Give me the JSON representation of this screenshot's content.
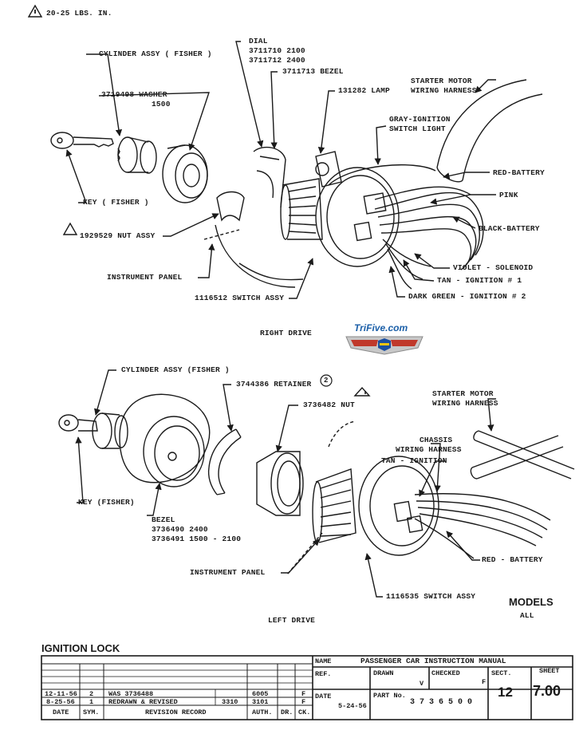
{
  "torque_note": "20-25 LBS. IN.",
  "right_drive": {
    "caption": "RIGHT DRIVE",
    "cylinder": "CYLINDER ASSY ( FISHER )",
    "washer": "3719498 WASHER",
    "washer_model": "1500",
    "dial": "DIAL",
    "dial_1": "3711710  2100",
    "dial_2": "3711712  2400",
    "bezel": "3711713 BEZEL",
    "lamp": "131282 LAMP",
    "starter": "STARTER MOTOR",
    "starter_2": "WIRING HARNESS",
    "gray": "GRAY-IGNITION",
    "gray_2": "SWITCH LIGHT",
    "red_battery": "RED-BATTERY",
    "pink": "PINK",
    "black_battery": "BLACK-BATTERY",
    "violet": "VIOLET - SOLENOID",
    "tan": "TAN - IGNITION # 1",
    "dark_green": "DARK GREEN - IGNITION # 2",
    "key": "KEY ( FISHER )",
    "nut": "1929529 NUT ASSY",
    "panel": "INSTRUMENT PANEL",
    "switch": "1116512 SWITCH ASSY"
  },
  "logo_text": "TriFive.com",
  "left_drive": {
    "caption": "LEFT DRIVE",
    "cylinder": "CYLINDER ASSY (FISHER )",
    "retainer": "3744386 RETAINER",
    "retainer_ref": "2",
    "nut": "3736482 NUT",
    "starter": "STARTER MOTOR",
    "starter_2": "WIRING HARNESS",
    "chassis": "CHASSIS",
    "chassis_2": "WIRING HARNESS",
    "tan": "TAN - IGNITION",
    "key": "KEY (FISHER)",
    "bezel": "BEZEL",
    "bezel_1": "3736490  2400",
    "bezel_2": "3736491  1500 - 2100",
    "red_battery": "RED - BATTERY",
    "panel": "INSTRUMENT PANEL",
    "switch": "1116535 SWITCH ASSY"
  },
  "models": {
    "title": "MODELS",
    "value": "ALL"
  },
  "title_block": {
    "heading": "IGNITION LOCK",
    "name_label": "NAME",
    "name_value": "PASSENGER CAR INSTRUCTION MANUAL",
    "ref_label": "REF.",
    "drawn_label": "DRAWN",
    "drawn_value": "V",
    "checked_label": "CHECKED",
    "checked_value": "F",
    "sect_label": "SECT.",
    "sect_value": "12",
    "sheet_label": "SHEET",
    "sheet_value": "7.00",
    "date_label": "DATE",
    "date_value": "5-24-56",
    "part_label": "PART No.",
    "part_value": "3 7 3 6 5 0 0",
    "rows": [
      {
        "date": "12-11-56",
        "sym": "2",
        "record": "WAS 3736488",
        "num": "",
        "auth": "6005",
        "dr": "",
        "ck": "F"
      },
      {
        "date": "8-25-56",
        "sym": "1",
        "record": "REDRAWN & REVISED",
        "num": "3310",
        "auth": "3101",
        "dr": "",
        "ck": "F"
      }
    ],
    "footer": {
      "date": "DATE",
      "sym": "SYM.",
      "record": "REVISION RECORD",
      "auth": "AUTH.",
      "dr": "DR.",
      "ck": "CK."
    }
  }
}
